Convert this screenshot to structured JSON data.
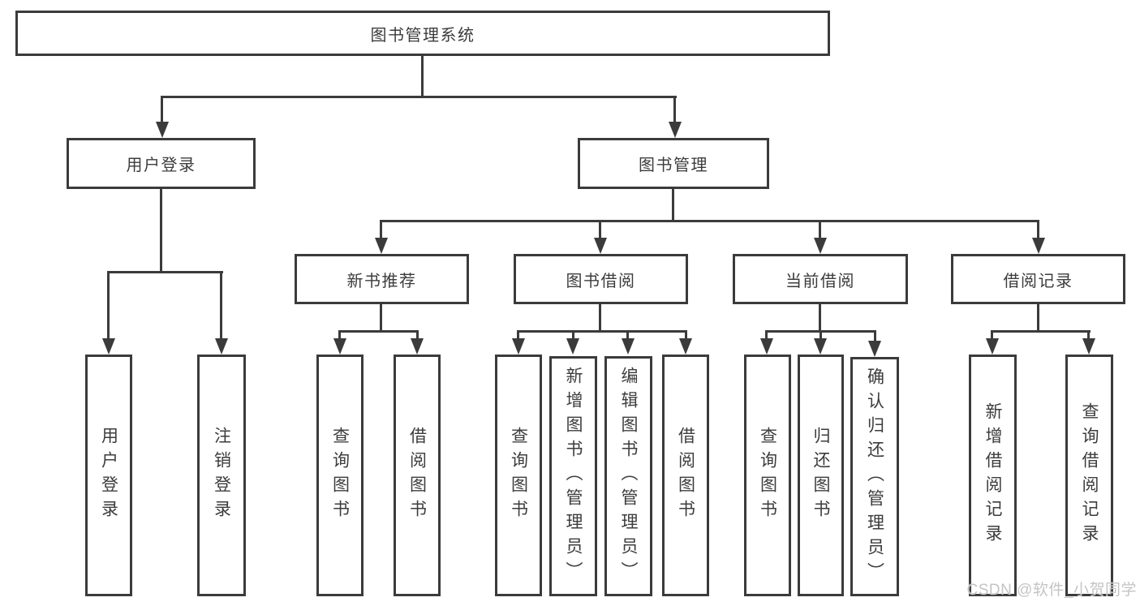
{
  "colors": {
    "line": "#3b3b3b",
    "box_border": "#3b3b3b",
    "text": "#3c3c3c",
    "background": "#ffffff",
    "watermark": "#c4c4c4"
  },
  "watermark": {
    "text": "CSDN @软件_小贺同学"
  },
  "diagram": {
    "root": {
      "label": "图书管理系统"
    },
    "children": [
      {
        "label": "用户登录",
        "children": [
          {
            "label": "用户登录"
          },
          {
            "label": "注销登录"
          }
        ]
      },
      {
        "label": "图书管理",
        "children": [
          {
            "label": "新书推荐",
            "children": [
              {
                "label": "查询图书"
              },
              {
                "label": "借阅图书"
              }
            ]
          },
          {
            "label": "图书借阅",
            "children": [
              {
                "label": "查询图书"
              },
              {
                "label": "新增图书（管理员）"
              },
              {
                "label": "编辑图书（管理员）"
              },
              {
                "label": "借阅图书"
              }
            ]
          },
          {
            "label": "当前借阅",
            "children": [
              {
                "label": "查询图书"
              },
              {
                "label": "归还图书"
              },
              {
                "label": "确认归还（管理员）"
              }
            ]
          },
          {
            "label": "借阅记录",
            "children": [
              {
                "label": "新增借阅记录"
              },
              {
                "label": "查询借阅记录"
              }
            ]
          }
        ]
      }
    ]
  }
}
